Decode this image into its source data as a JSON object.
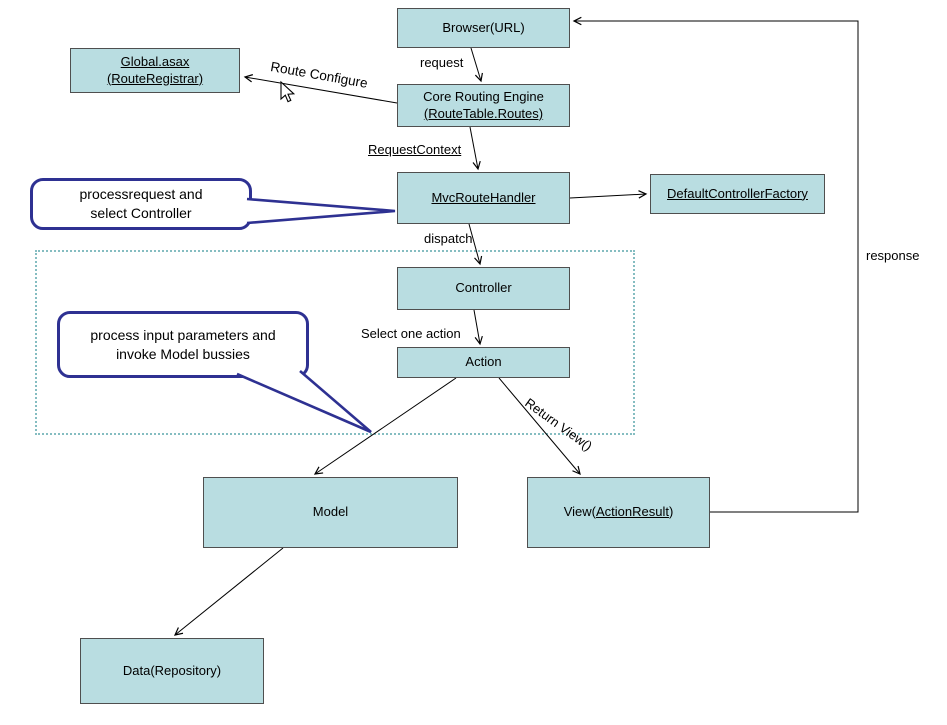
{
  "boxes": {
    "browser": {
      "label": "Browser(URL)"
    },
    "global_asax": {
      "line1": "Global.asax",
      "line2": "(RouteRegistrar)"
    },
    "core_routing": {
      "line1": "Core Routing Engine",
      "line2": "(RouteTable.Routes)"
    },
    "mvc_route_handler": {
      "label": "MvcRouteHandler"
    },
    "default_controller_factory": {
      "label": "DefaultControllerFactory"
    },
    "controller": {
      "label": "Controller"
    },
    "action": {
      "label": "Action"
    },
    "model": {
      "label": "Model"
    },
    "view": {
      "prefix": "View(",
      "link": "ActionResult",
      "suffix": ")"
    },
    "data_repository": {
      "label": "Data(Repository)"
    }
  },
  "edge_labels": {
    "request": "request",
    "route_configure": "Route Configure",
    "request_context": "RequestContext",
    "dispatch": "dispatch",
    "select_one_action": "Select one action",
    "return_view": "Return View()",
    "response": "response"
  },
  "callouts": {
    "process_request": {
      "line1": "processrequest and",
      "line2": "select Controller"
    },
    "process_input": {
      "line1": "process input parameters and",
      "line2": "invoke Model bussies"
    }
  },
  "colors": {
    "box_fill": "#b9dde1",
    "box_border": "#4f4f4f",
    "callout_border": "#2e3192",
    "dashed_border": "#85bdc1",
    "arrow": "#000000"
  }
}
